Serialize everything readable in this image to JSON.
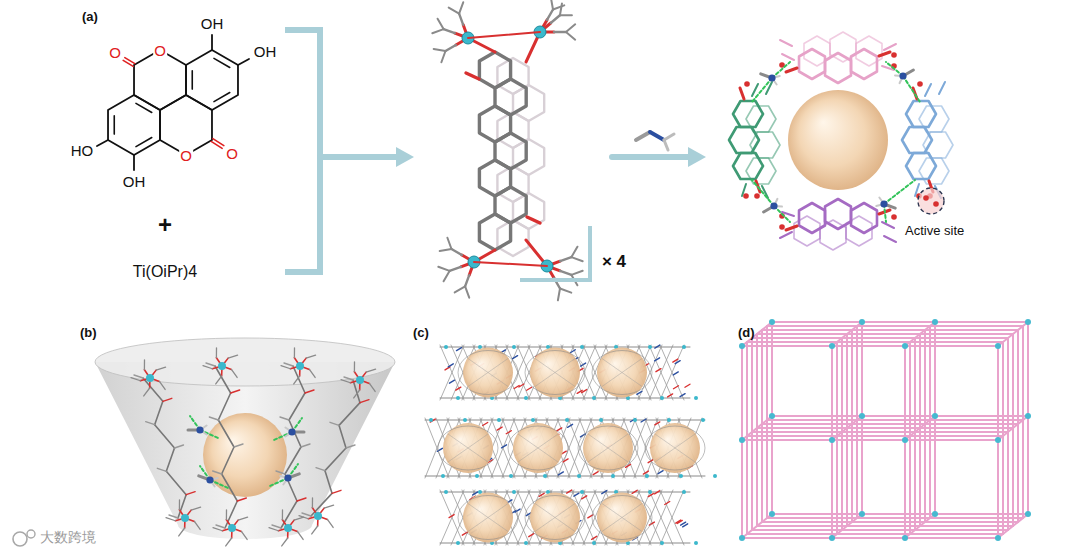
{
  "diagram": {
    "labels": [
      "(a)",
      "O",
      "O",
      "OH",
      "OH",
      "HO",
      "OH",
      "O",
      "O",
      "+",
      "Ti(OiPr)4",
      "× 4",
      "Active site",
      "(b)",
      "(c)",
      "(d)",
      "大数跨境"
    ]
  }
}
